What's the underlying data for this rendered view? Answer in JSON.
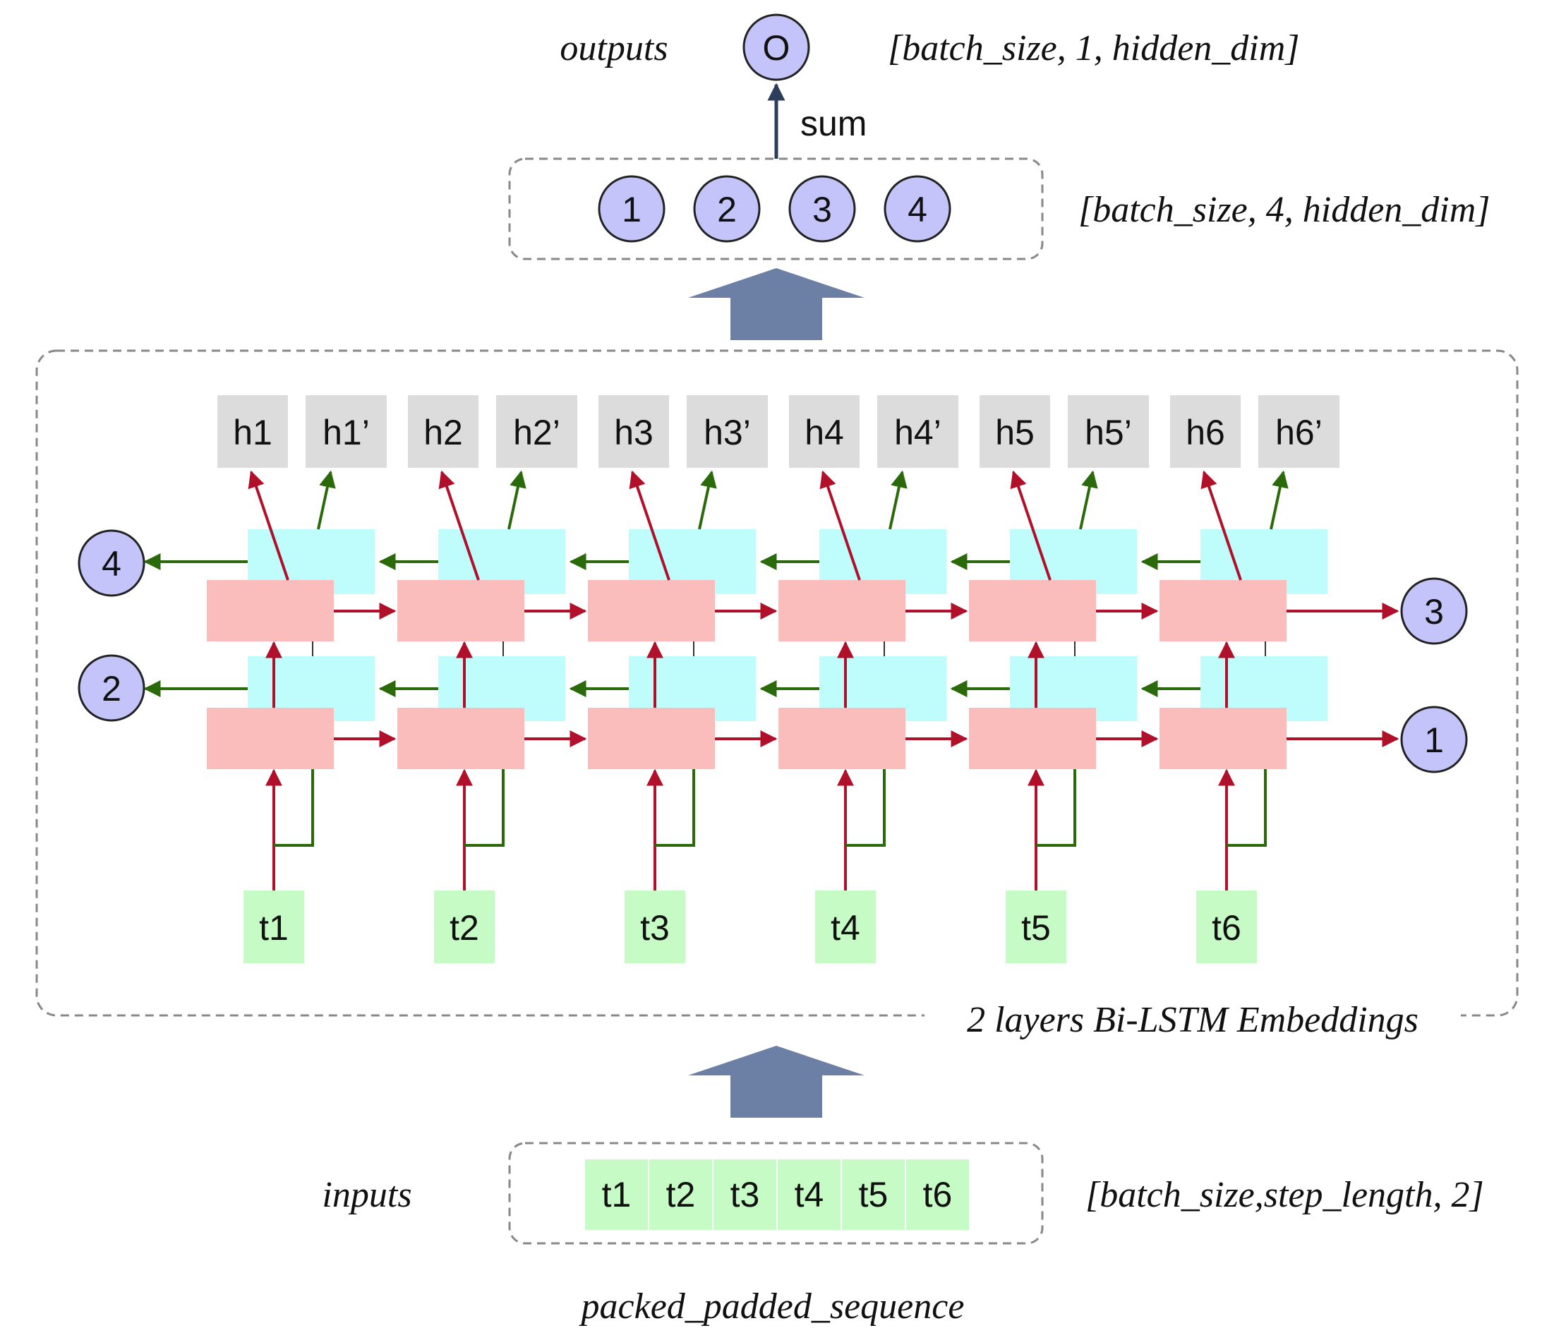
{
  "top": {
    "outputs_label": "outputs",
    "output_node": "O",
    "output_shape": "[batch_size, 1, hidden_dim]",
    "sum_label": "sum",
    "state_nodes": [
      "1",
      "2",
      "3",
      "4"
    ],
    "states_shape": "[batch_size, 4, hidden_dim]"
  },
  "lstm": {
    "block_label": "2 layers Bi-LSTM Embeddings",
    "hidden_outputs": [
      "h1",
      "h1’",
      "h2",
      "h2’",
      "h3",
      "h3’",
      "h4",
      "h4’",
      "h5",
      "h5’",
      "h6",
      "h6’"
    ],
    "timesteps": [
      "t1",
      "t2",
      "t3",
      "t4",
      "t5",
      "t6"
    ],
    "final_state_left_top": "4",
    "final_state_left_bottom": "2",
    "final_state_right_top": "3",
    "final_state_right_bottom": "1"
  },
  "bottom": {
    "inputs_label": "inputs",
    "input_tokens": [
      "t1",
      "t2",
      "t3",
      "t4",
      "t5",
      "t6"
    ],
    "inputs_shape": "[batch_size,step_length, 2]",
    "caption": "packed_padded_sequence"
  },
  "colors": {
    "forward_cell": "#fbbcbc",
    "backward_cell": "#bffcfc",
    "token": "#c6fbc6",
    "hidden": "#dcdcdc",
    "state_node": "#c4c4fb",
    "forward_arrow": "#b0102a",
    "backward_arrow": "#2a6a0a",
    "big_arrow": "#6c7fa5",
    "sum_arrow": "#2c3e5c"
  }
}
